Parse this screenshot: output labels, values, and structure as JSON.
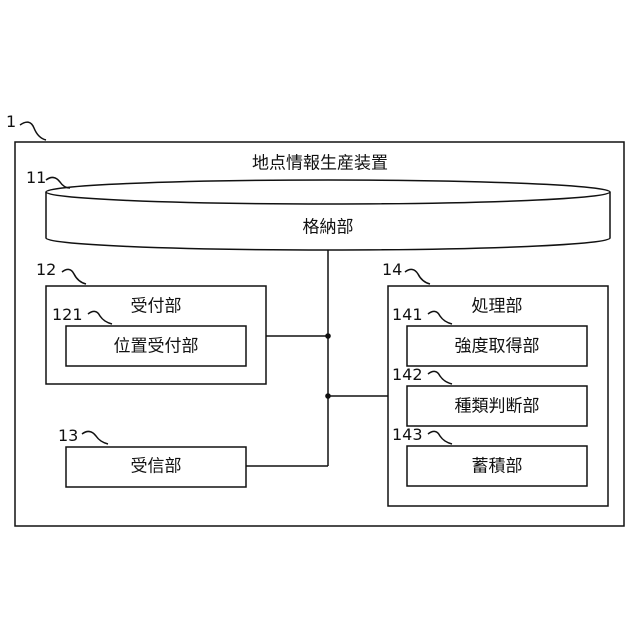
{
  "device": {
    "ref": "1",
    "title": "地点情報生産装置"
  },
  "storage": {
    "ref": "11",
    "label": "格納部"
  },
  "reception": {
    "ref": "12",
    "label": "受付部",
    "location": {
      "ref": "121",
      "label": "位置受付部"
    }
  },
  "receiver": {
    "ref": "13",
    "label": "受信部"
  },
  "processing": {
    "ref": "14",
    "label": "処理部",
    "strength": {
      "ref": "141",
      "label": "強度取得部"
    },
    "type": {
      "ref": "142",
      "label": "種類判断部"
    },
    "accumulate": {
      "ref": "143",
      "label": "蓄積部"
    }
  }
}
